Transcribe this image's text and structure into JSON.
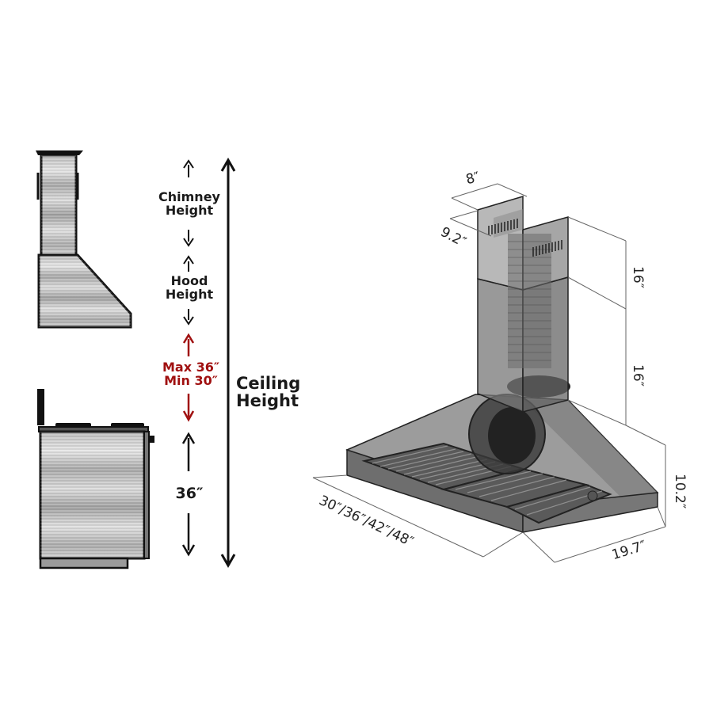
{
  "side_view": {
    "labels": {
      "chimney_height": [
        "Chimney",
        "Height"
      ],
      "hood_height": [
        "Hood",
        "Height"
      ],
      "clearance_max": "Max 36″",
      "clearance_min": "Min 30″",
      "counter_height": "36″",
      "ceiling_height": [
        "Ceiling",
        "Height"
      ]
    },
    "colors": {
      "clearance_accent": "#a01010",
      "outline": "#111111",
      "steel_light": "#e2e2e2",
      "steel_dark": "#8c8c8c"
    }
  },
  "iso_view": {
    "dimensions": {
      "chimney_width": "8″",
      "chimney_depth": "9.2″",
      "upper_chimney_height": "16″",
      "lower_chimney_height": "16″",
      "hood_height": "10.2″",
      "hood_depth": "19.7″",
      "hood_widths": "30″/36″/42″/48″"
    },
    "colors": {
      "body": "#7d7d7d",
      "dimension_line": "#666666"
    }
  }
}
